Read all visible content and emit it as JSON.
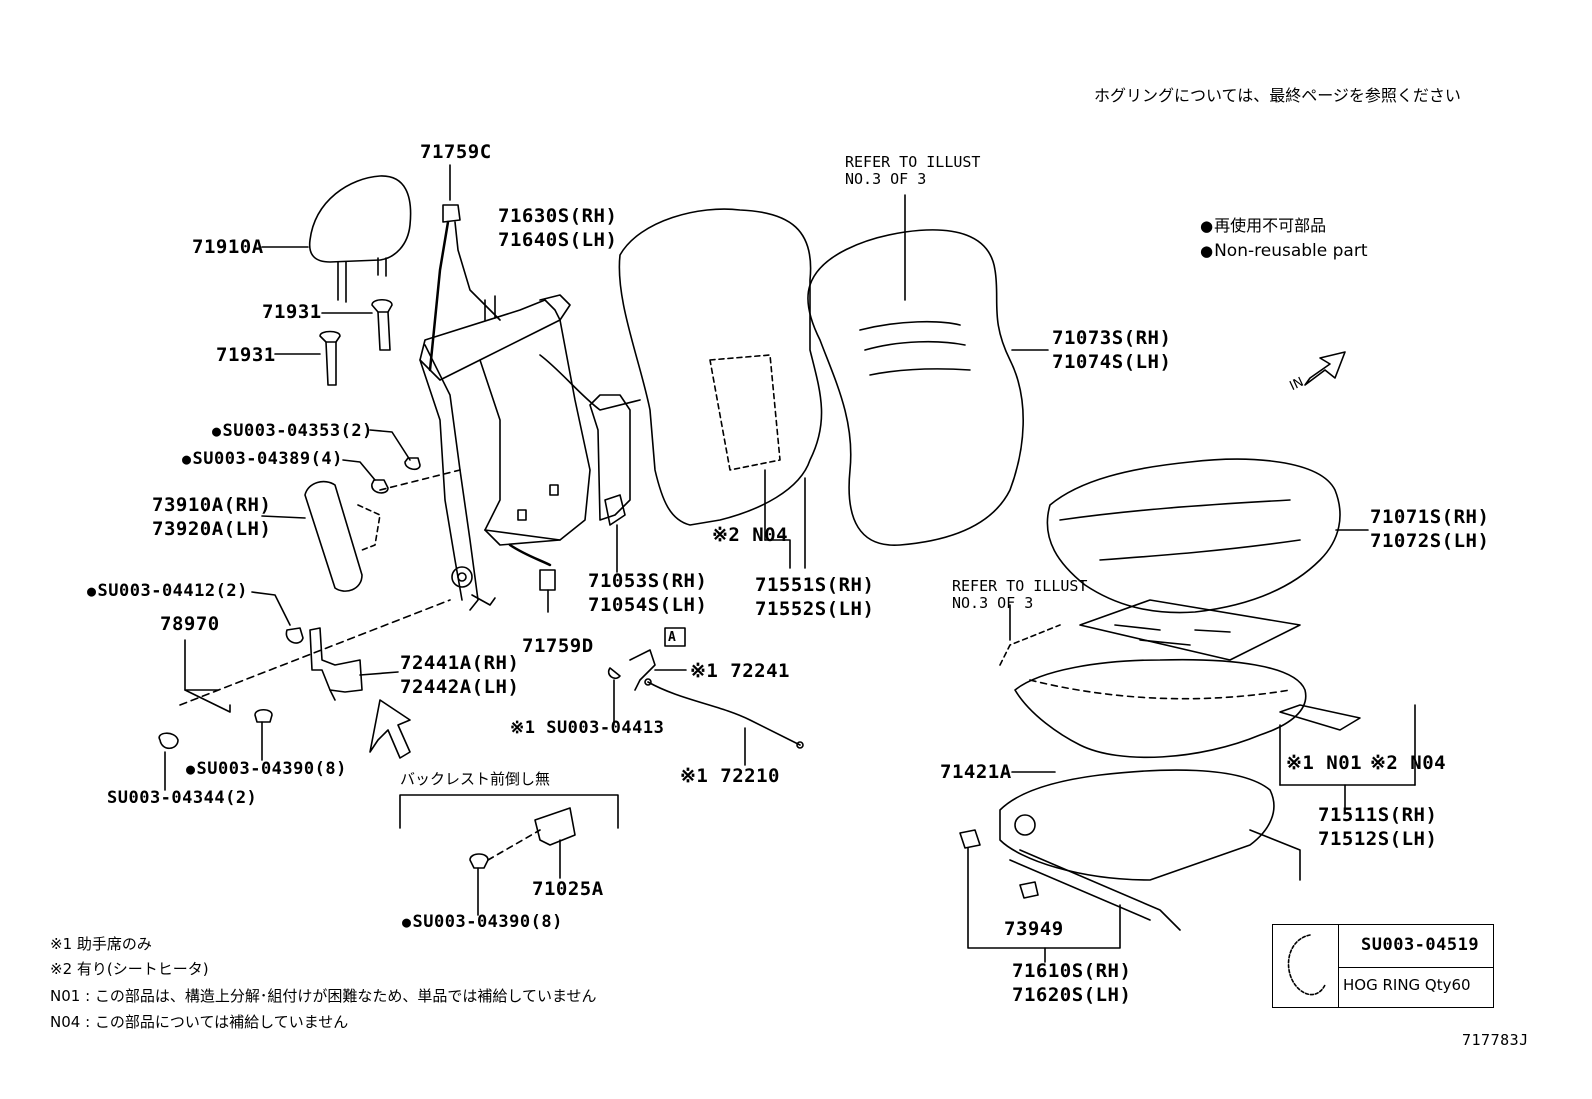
{
  "header_note": "ホグリングについては、最終ページを参照ください",
  "legend": {
    "jp": "再使用不可部品",
    "en": "Non-reusable part"
  },
  "parts": {
    "p71759C": "71759C",
    "p71910A": "71910A",
    "p71630S": "71630S(RH)",
    "p71640S": "71640S(LH)",
    "p71931a": "71931",
    "p71931b": "71931",
    "su04353": "SU003-04353(2)",
    "su04389": "SU003-04389(4)",
    "p73910A": "73910A(RH)",
    "p73920A": "73920A(LH)",
    "su04412": "SU003-04412(2)",
    "p78970": "78970",
    "p72441A": "72441A(RH)",
    "p72442A": "72442A(LH)",
    "su04390a": "SU003-04390(8)",
    "su04344": "SU003-04344(2)",
    "p71053S": "71053S(RH)",
    "p71054S": "71054S(LH)",
    "p71759D": "71759D",
    "p72241": "※1 72241",
    "su04413": "※1 SU003-04413",
    "p72210": "※1 72210",
    "n04_left": "※2 N04",
    "p71551S": "71551S(RH)",
    "p71552S": "71552S(LH)",
    "p71073S": "71073S(RH)",
    "p71074S": "71074S(LH)",
    "p71071S": "71071S(RH)",
    "p71072S": "71072S(LH)",
    "p71421A": "71421A",
    "n01": "※1 N01",
    "n04_right": "※2 N04",
    "p71511S": "71511S(RH)",
    "p71512S": "71512S(LH)",
    "p73949": "73949",
    "p71610S": "71610S(RH)",
    "p71620S": "71620S(LH)",
    "p71025A": "71025A",
    "su04390b": "SU003-04390(8)",
    "no_recline": "バックレスト前倒し無",
    "ref_a": "A",
    "in_label": "IN"
  },
  "refer_top": [
    "REFER TO ILLUST",
    "NO.3 OF 3"
  ],
  "refer_mid": [
    "REFER TO ILLUST",
    "NO.3 OF 3"
  ],
  "hog_ring_box": {
    "part": "SU003-04519",
    "desc": "HOG RING Qty60"
  },
  "notes": [
    "※1 助手席のみ",
    "※2 有り(シートヒータ)",
    "N01 : この部品は、構造上分解･組付けが困難なため、単品では補給していません",
    "N04 : この部品については補給していません"
  ],
  "illustration_id": "717783J"
}
